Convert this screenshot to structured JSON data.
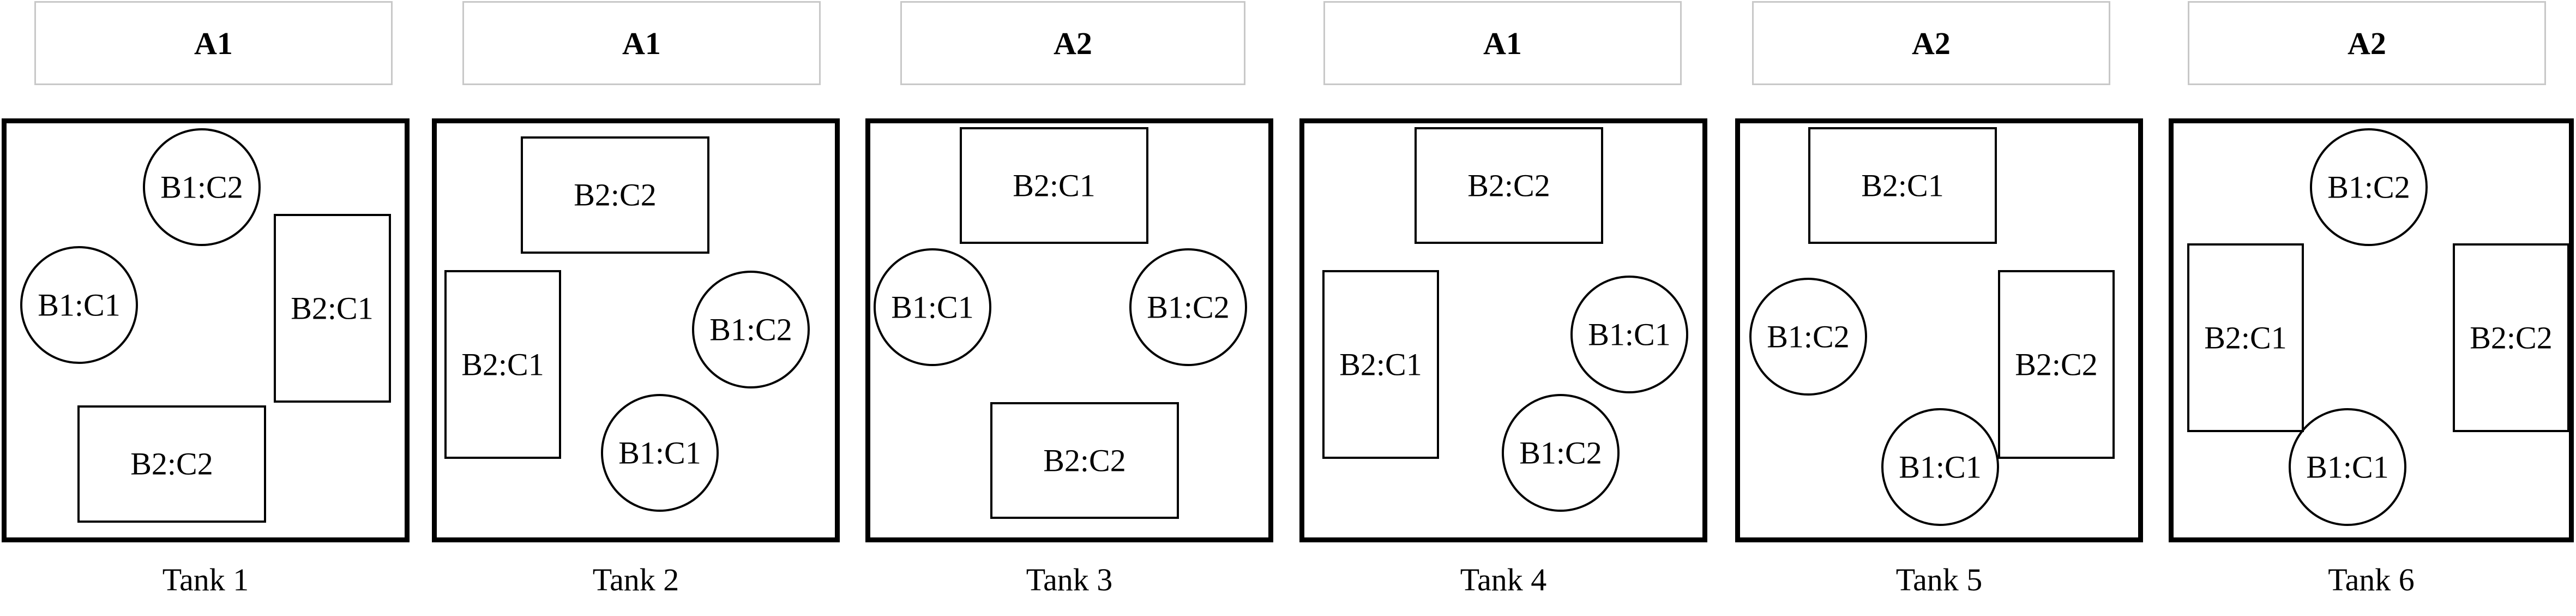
{
  "tanks": [
    {
      "header": "A1",
      "label": "Tank 1",
      "items": [
        {
          "shape": "circle",
          "text": "B1:C2"
        },
        {
          "shape": "circle",
          "text": "B1:C1"
        },
        {
          "shape": "rect",
          "text": "B2:C1"
        },
        {
          "shape": "rect",
          "text": "B2:C2"
        }
      ]
    },
    {
      "header": "A1",
      "label": "Tank 2",
      "items": [
        {
          "shape": "rect",
          "text": "B2:C2"
        },
        {
          "shape": "rect",
          "text": "B2:C1"
        },
        {
          "shape": "circle",
          "text": "B1:C2"
        },
        {
          "shape": "circle",
          "text": "B1:C1"
        }
      ]
    },
    {
      "header": "A2",
      "label": "Tank 3",
      "items": [
        {
          "shape": "rect",
          "text": "B2:C1"
        },
        {
          "shape": "circle",
          "text": "B1:C1"
        },
        {
          "shape": "circle",
          "text": "B1:C2"
        },
        {
          "shape": "rect",
          "text": "B2:C2"
        }
      ]
    },
    {
      "header": "A1",
      "label": "Tank 4",
      "items": [
        {
          "shape": "rect",
          "text": "B2:C2"
        },
        {
          "shape": "rect",
          "text": "B2:C1"
        },
        {
          "shape": "circle",
          "text": "B1:C1"
        },
        {
          "shape": "circle",
          "text": "B1:C2"
        }
      ]
    },
    {
      "header": "A2",
      "label": "Tank 5",
      "items": [
        {
          "shape": "rect",
          "text": "B2:C1"
        },
        {
          "shape": "circle",
          "text": "B1:C2"
        },
        {
          "shape": "rect",
          "text": "B2:C2"
        },
        {
          "shape": "circle",
          "text": "B1:C1"
        }
      ]
    },
    {
      "header": "A2",
      "label": "Tank 6",
      "items": [
        {
          "shape": "circle",
          "text": "B1:C2"
        },
        {
          "shape": "rect",
          "text": "B2:C1"
        },
        {
          "shape": "rect",
          "text": "B2:C2"
        },
        {
          "shape": "circle",
          "text": "B1:C1"
        }
      ]
    }
  ]
}
